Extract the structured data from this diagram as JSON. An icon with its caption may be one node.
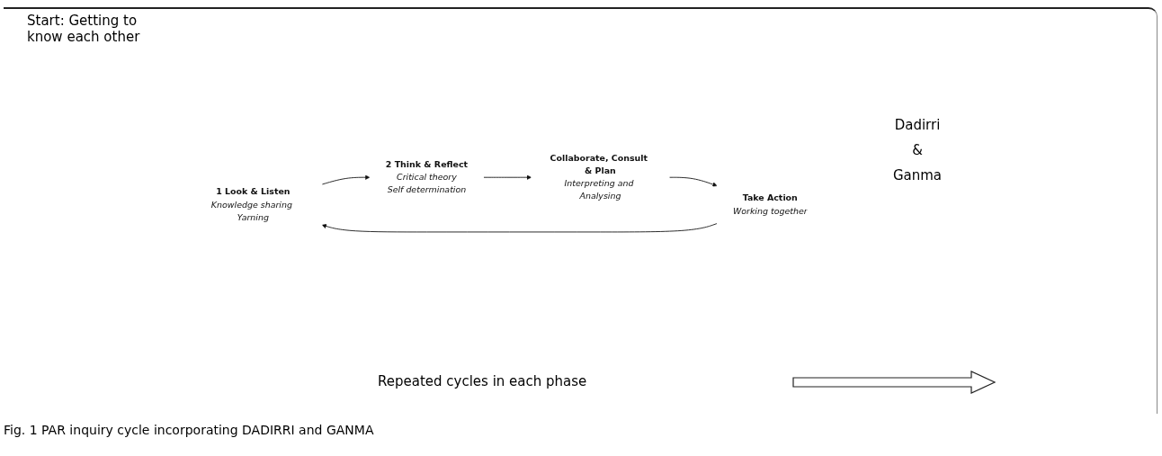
{
  "diagram": {
    "caption": "Fig. 1 PAR inquiry cycle incorporating DADIRRI and GANMA",
    "nodes": [
      {
        "text": [
          "1 Look & Listen",
          "Knowledge sharing Yarning"
        ]
      },
      {
        "text": [
          "2 Think & Reflect",
          "Critical theory",
          "Self determination"
        ]
      },
      {
        "text": [
          "Collaborate, Consult & Plan",
          "Interpreting and Analysing"
        ]
      },
      {
        "text": [
          "Take Action",
          "Working together"
        ]
      }
    ],
    "edges": [
      {
        "from": 0,
        "to": 1,
        "arrow": "to"
      },
      {
        "from": 1,
        "to": 2,
        "arrow": "to"
      },
      {
        "from": 2,
        "to": 3,
        "arrow": "to"
      },
      {
        "from": 3,
        "to": 0,
        "arrow": "to"
      }
    ],
    "labels": [
      "Start: Getting to know each other",
      "Dadirri",
      "&",
      "Ganma",
      "Repeated cycles in each phase"
    ]
  }
}
